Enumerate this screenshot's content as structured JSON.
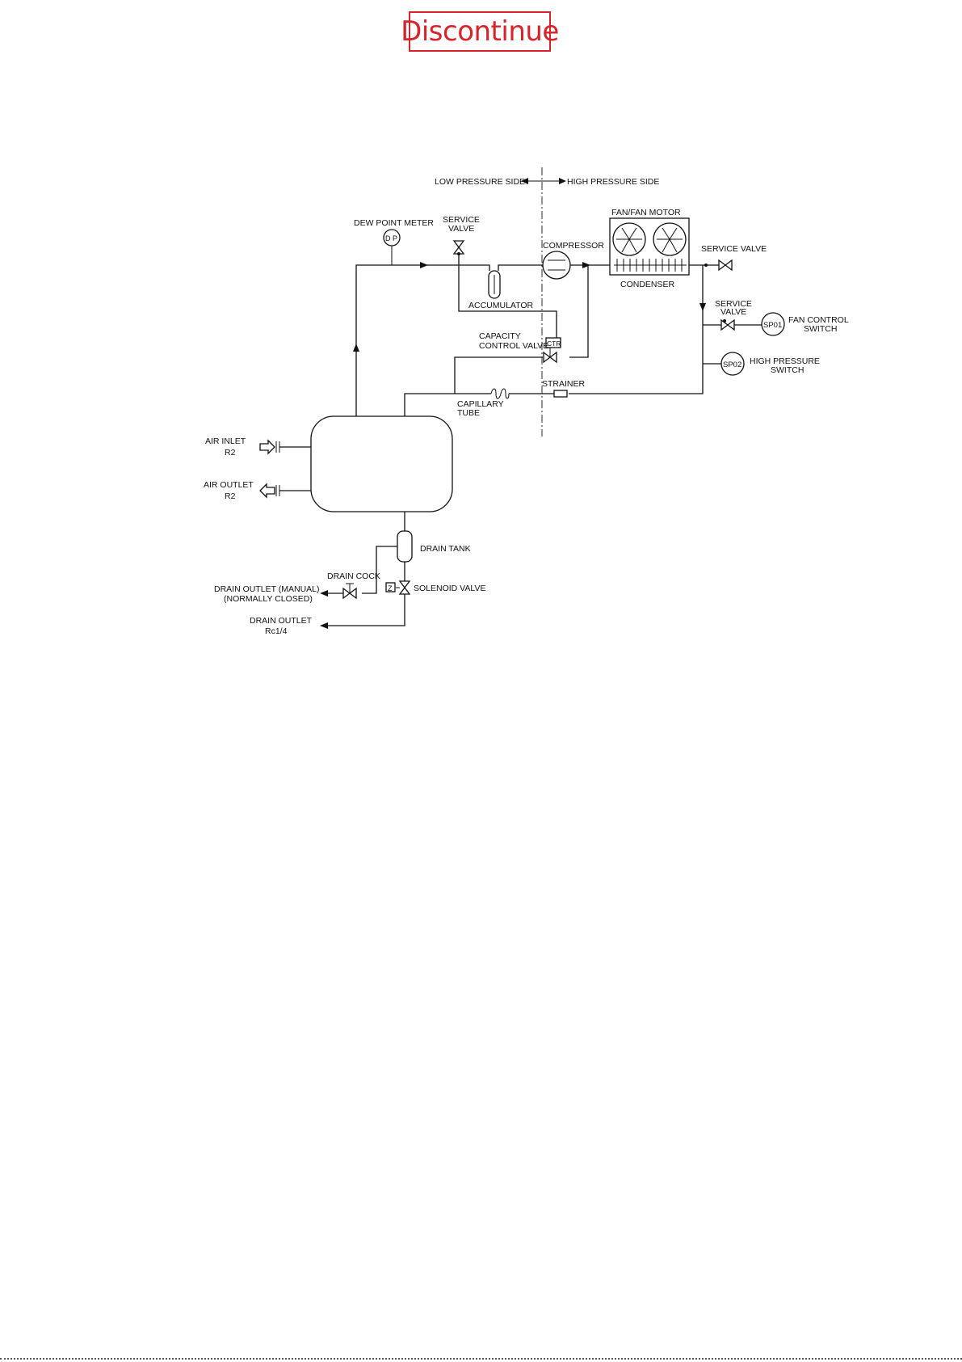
{
  "stamp": "Discontinue",
  "labels": {
    "low_pressure_side": "LOW PRESSURE SIDE",
    "high_pressure_side": "HIGH PRESSURE SIDE",
    "fan_motor": "FAN/FAN MOTOR",
    "dew_point_meter": "DEW POINT METER",
    "dp": "D P",
    "service_valve_1_l1": "SERVICE",
    "service_valve_1_l2": "VALVE",
    "compressor": "COMPRESSOR",
    "condenser": "CONDENSER",
    "service_valve_2": "SERVICE VALVE",
    "accumulator": "ACCUMULATOR",
    "service_valve_3_l1": "SERVICE",
    "service_valve_3_l2": "VALVE",
    "sp01": "SP01",
    "fan_control_l1": "FAN CONTROL",
    "fan_control_l2": "SWITCH",
    "capacity_control_l1": "CAPACITY",
    "capacity_control_l2": "CONTROL VALVE",
    "ctr": "CTR",
    "sp02": "SP02",
    "high_pressure_switch_l1": "HIGH PRESSURE",
    "high_pressure_switch_l2": "SWITCH",
    "strainer": "STRAINER",
    "capillary_l1": "CAPILLARY",
    "capillary_l2": "TUBE",
    "air_inlet_l1": "AIR INLET",
    "air_inlet_l2": "R2",
    "air_outlet_l1": "AIR OUTLET",
    "air_outlet_l2": "R2",
    "drain_tank": "DRAIN TANK",
    "drain_cock": "DRAIN COCK",
    "solenoid_valve": "SOLENOID VALVE",
    "solenoid_mark": "Z",
    "drain_outlet_manual_l1": "DRAIN OUTLET (MANUAL)",
    "drain_outlet_manual_l2": "(NORMALLY CLOSED)",
    "drain_outlet_l1": "DRAIN OUTLET",
    "drain_outlet_l2": "Rc1/4"
  }
}
